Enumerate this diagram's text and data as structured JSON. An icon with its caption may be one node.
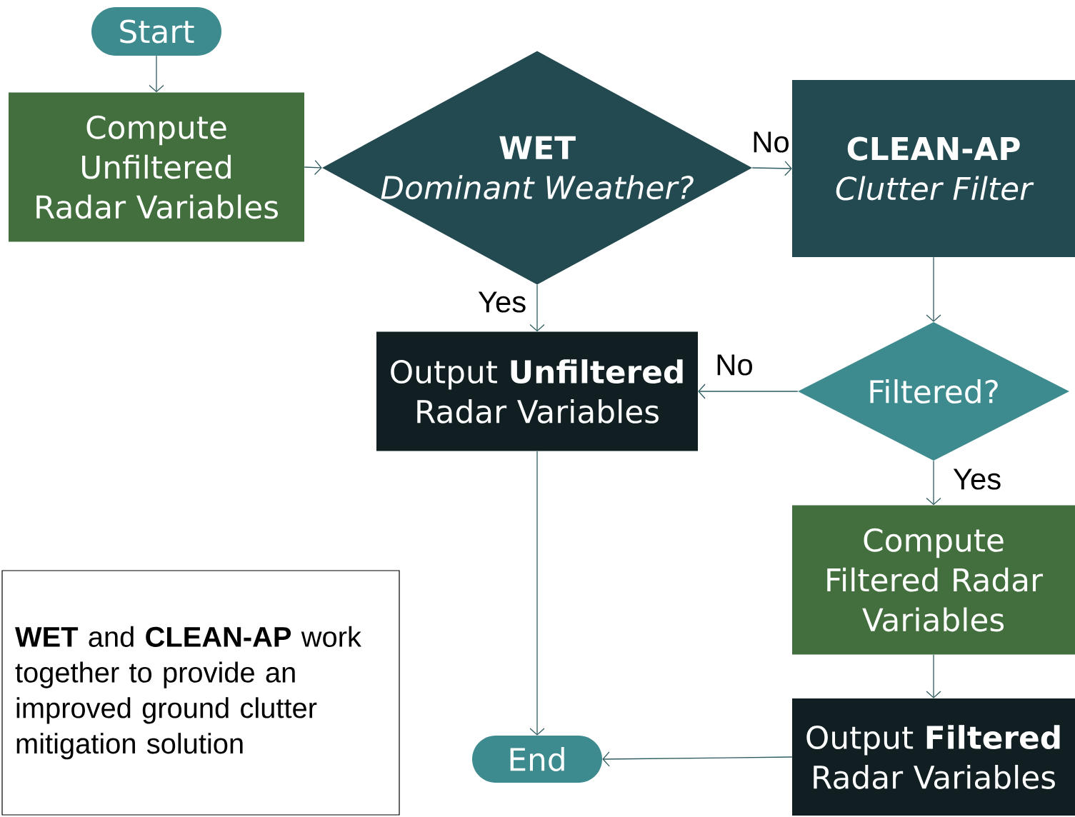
{
  "diagram": {
    "nodes": [
      {
        "text": [
          "Start"
        ]
      },
      {
        "text": [
          "Compute Unfiltered Radar Variables"
        ]
      },
      {
        "text": [
          "WET",
          "Dominant Weather?"
        ]
      },
      {
        "text": [
          "CLEAN-AP",
          "Clutter Filter"
        ]
      },
      {
        "text": [
          "Output **Unfiltered** Radar Variables"
        ]
      },
      {
        "text": [
          "Filtered?"
        ]
      },
      {
        "text": [
          "Compute Filtered Radar Variables"
        ]
      },
      {
        "text": [
          "Output **Filtered** Radar Variables"
        ]
      },
      {
        "text": [
          "End"
        ]
      },
      {
        "text": [
          "**WET** and **CLEAN-AP** work together to provide an improved ground clutter mitigation solution"
        ]
      }
    ],
    "edges": [
      {
        "from": 0,
        "to": 1,
        "arrow": "to"
      },
      {
        "from": 1,
        "to": 2,
        "arrow": "to"
      },
      {
        "from": 2,
        "to": 3,
        "arrow": "to",
        "label": "No"
      },
      {
        "from": 2,
        "to": 4,
        "arrow": "to",
        "label": "Yes"
      },
      {
        "from": 3,
        "to": 5,
        "arrow": "to"
      },
      {
        "from": 5,
        "to": 4,
        "arrow": "to",
        "label": "No"
      },
      {
        "from": 5,
        "to": 6,
        "arrow": "to",
        "label": "Yes"
      },
      {
        "from": 6,
        "to": 7,
        "arrow": "to"
      },
      {
        "from": 7,
        "to": 8,
        "arrow": "to"
      },
      {
        "from": 4,
        "to": 8,
        "arrow": "to"
      }
    ]
  }
}
